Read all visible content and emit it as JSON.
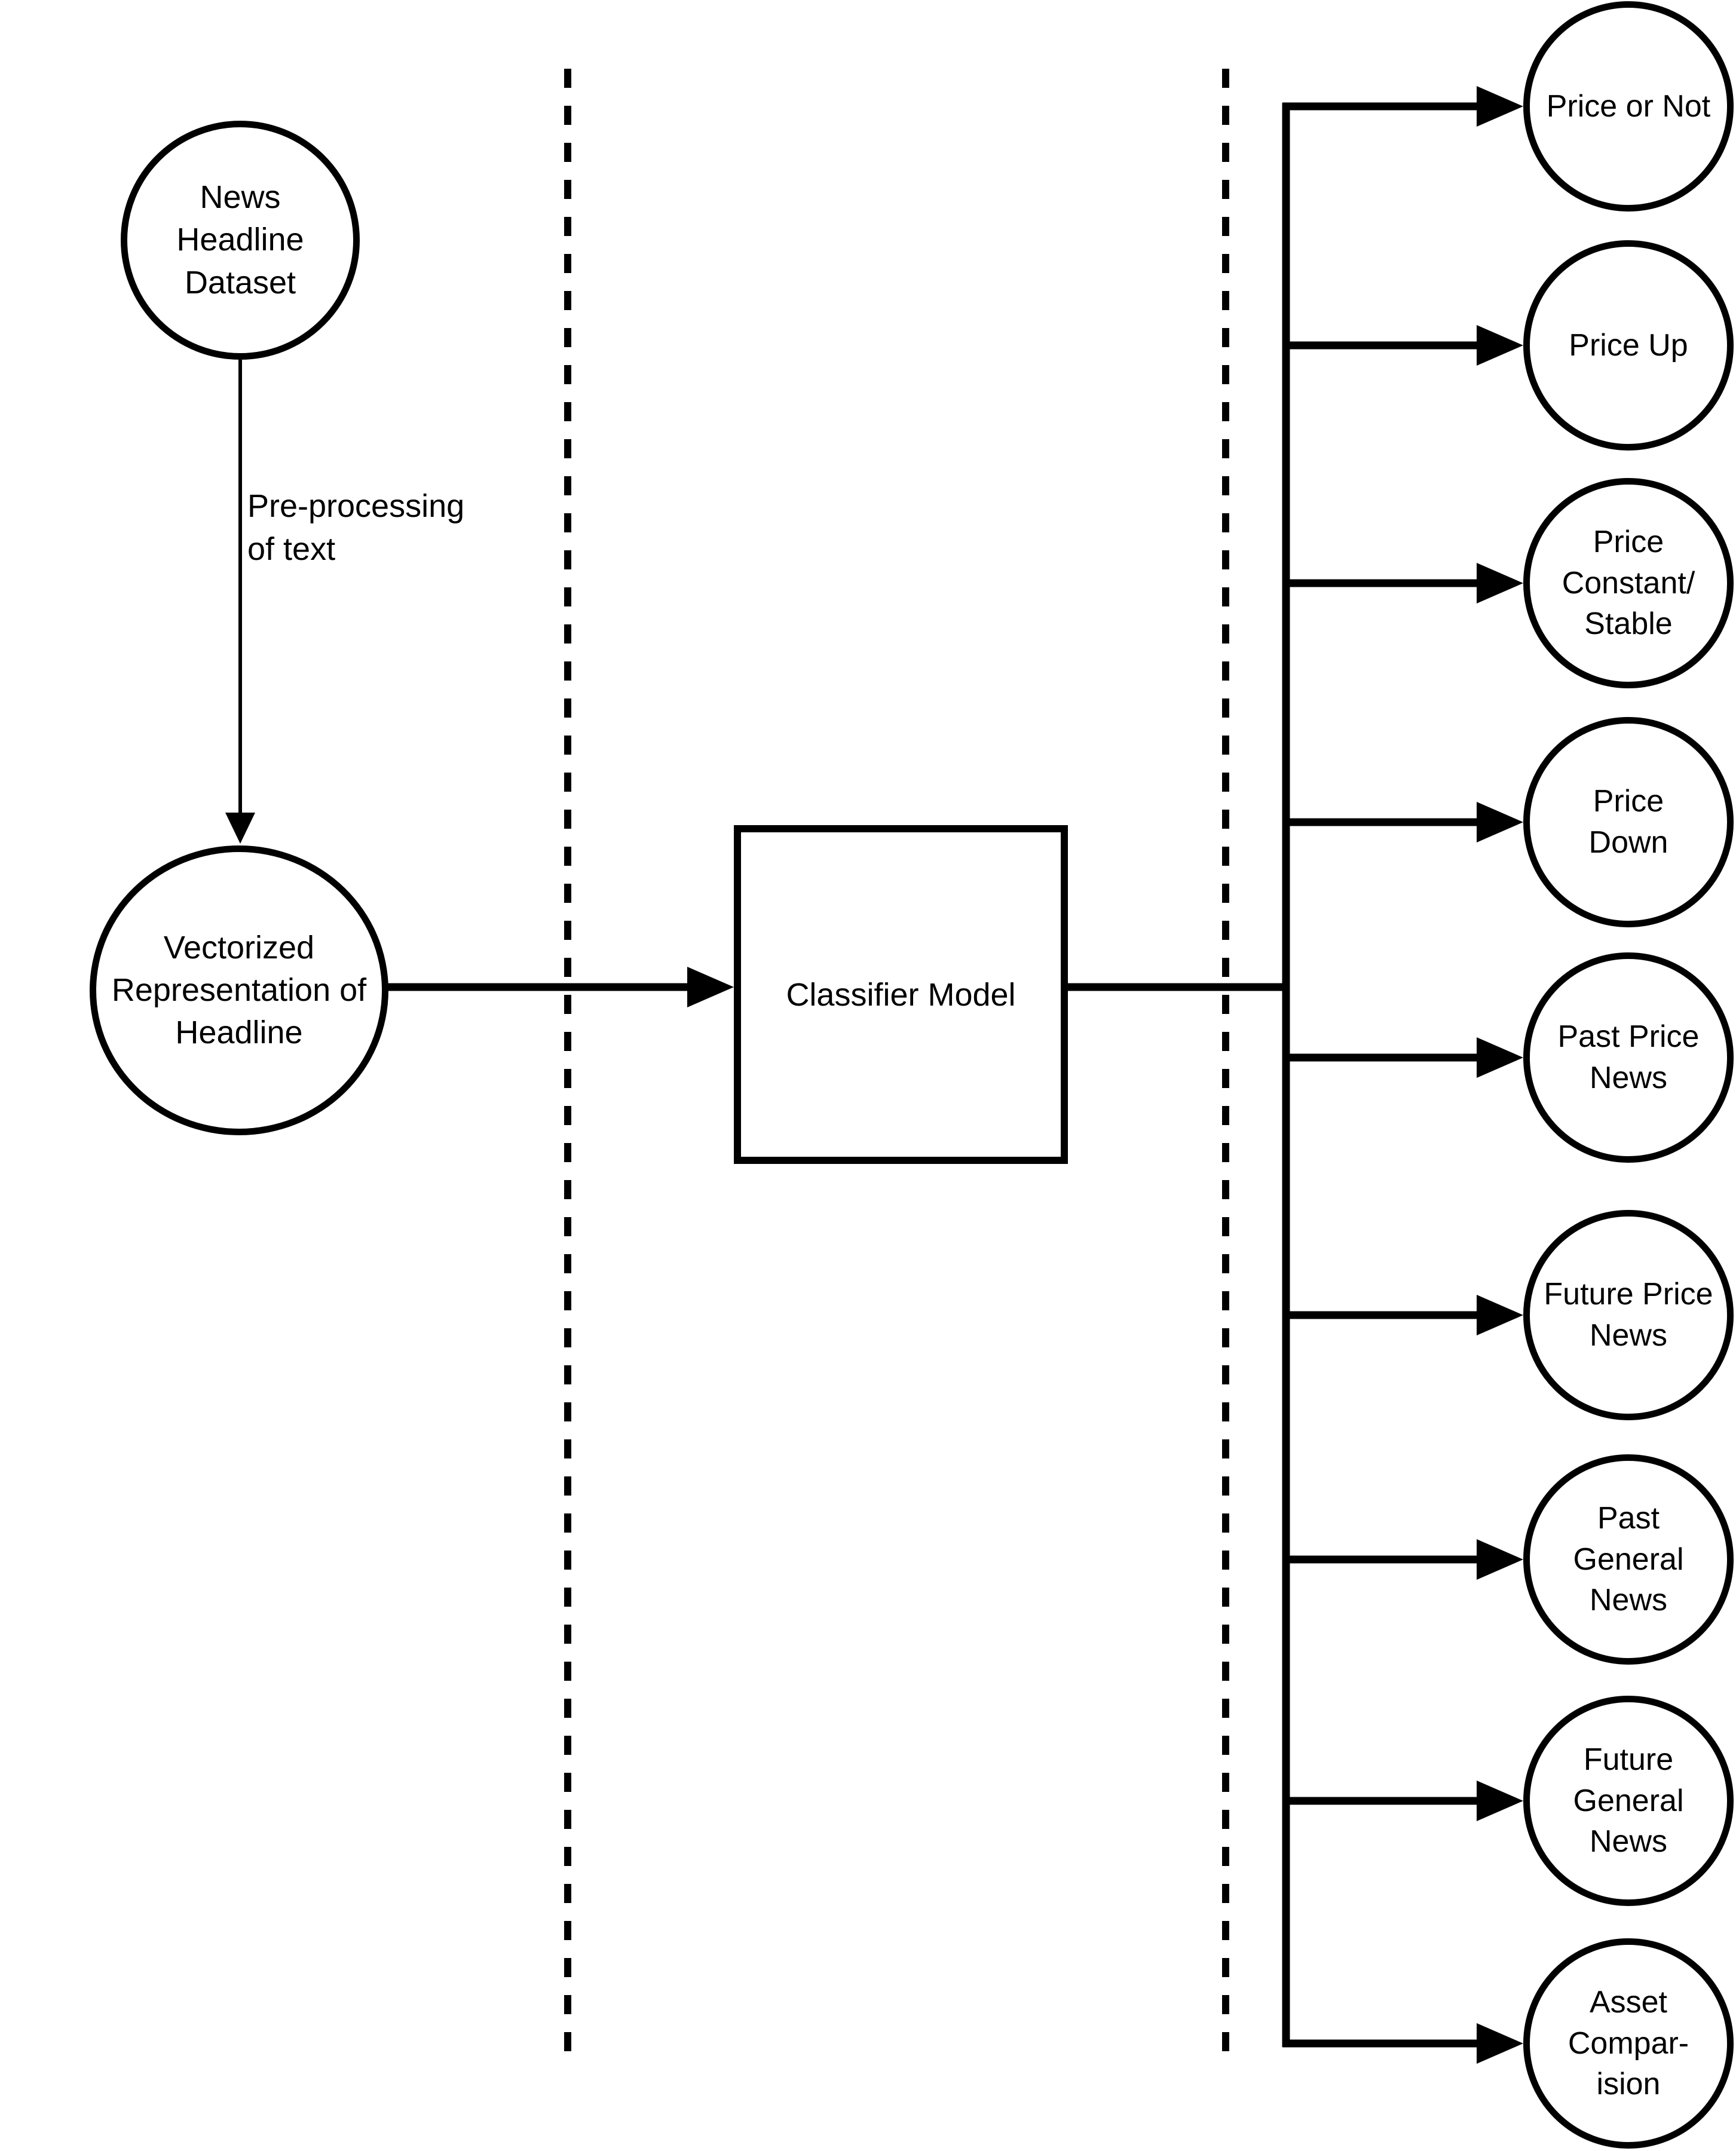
{
  "diagram": {
    "input_node": {
      "label": "News\nHeadline\nDataset"
    },
    "edge_label": "Pre-processing\nof text",
    "vector_node": {
      "label": "Vectorized\nRepresentation of\nHeadline"
    },
    "classifier": {
      "label": "Classifier Model"
    },
    "outputs": [
      {
        "label": "Price or Not"
      },
      {
        "label": "Price Up"
      },
      {
        "label": "Price\nConstant/\nStable"
      },
      {
        "label": "Price\nDown"
      },
      {
        "label": "Past Price\nNews"
      },
      {
        "label": "Future Price\nNews"
      },
      {
        "label": "Past\nGeneral\nNews"
      },
      {
        "label": "Future\nGeneral\nNews"
      },
      {
        "label": "Asset\nCompar-\nision"
      }
    ],
    "colors": {
      "stroke": "#000000",
      "background": "#ffffff"
    }
  }
}
